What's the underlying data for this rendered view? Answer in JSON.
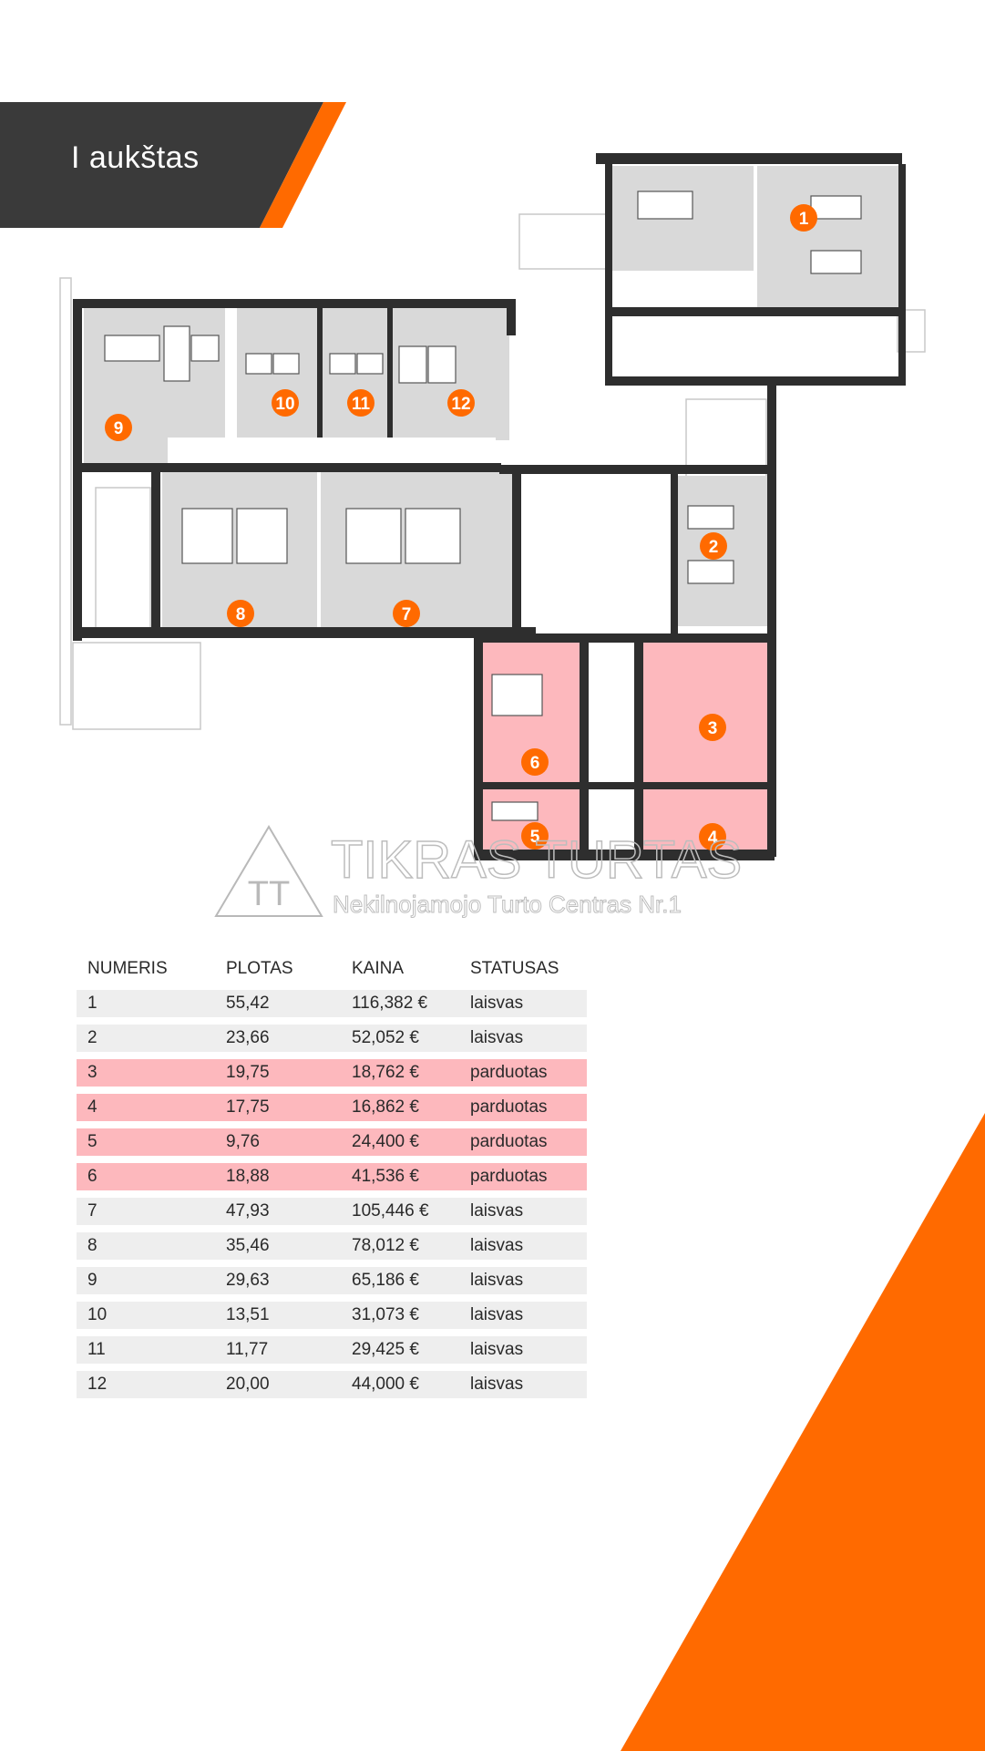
{
  "header": {
    "title": "I aukštas"
  },
  "colors": {
    "accent": "#ff6a00",
    "dark": "#3a3a3a",
    "sold": "#fdb8bd",
    "free": "#eeeeee",
    "room": "#d9d9d9",
    "wall": "#2e2e2e"
  },
  "watermark": {
    "brand": "TIKRAS TURTAS",
    "tagline": "Nekilnojamojo Turto Centras Nr.1",
    "logo": "TT"
  },
  "plan": {
    "labels": [
      "1",
      "2",
      "3",
      "4",
      "5",
      "6",
      "7",
      "8",
      "9",
      "10",
      "11",
      "12"
    ]
  },
  "table": {
    "headers": [
      "NUMERIS",
      "PLOTAS",
      "KAINA",
      "STATUSAS"
    ],
    "rows": [
      {
        "numeris": "1",
        "plotas": "55,42",
        "kaina": "116,382 €",
        "statusas": "laisvas"
      },
      {
        "numeris": "2",
        "plotas": "23,66",
        "kaina": "52,052 €",
        "statusas": "laisvas"
      },
      {
        "numeris": "3",
        "plotas": "19,75",
        "kaina": "18,762 €",
        "statusas": "parduotas"
      },
      {
        "numeris": "4",
        "plotas": "17,75",
        "kaina": "16,862 €",
        "statusas": "parduotas"
      },
      {
        "numeris": "5",
        "plotas": "9,76",
        "kaina": "24,400 €",
        "statusas": "parduotas"
      },
      {
        "numeris": "6",
        "plotas": "18,88",
        "kaina": "41,536 €",
        "statusas": "parduotas"
      },
      {
        "numeris": "7",
        "plotas": "47,93",
        "kaina": "105,446 €",
        "statusas": "laisvas"
      },
      {
        "numeris": "8",
        "plotas": "35,46",
        "kaina": "78,012 €",
        "statusas": "laisvas"
      },
      {
        "numeris": "9",
        "plotas": "29,63",
        "kaina": "65,186 €",
        "statusas": "laisvas"
      },
      {
        "numeris": "10",
        "plotas": "13,51",
        "kaina": "31,073 €",
        "statusas": "laisvas"
      },
      {
        "numeris": "11",
        "plotas": "11,77",
        "kaina": "29,425 €",
        "statusas": "laisvas"
      },
      {
        "numeris": "12",
        "plotas": "20,00",
        "kaina": "44,000 €",
        "statusas": "laisvas"
      }
    ]
  }
}
